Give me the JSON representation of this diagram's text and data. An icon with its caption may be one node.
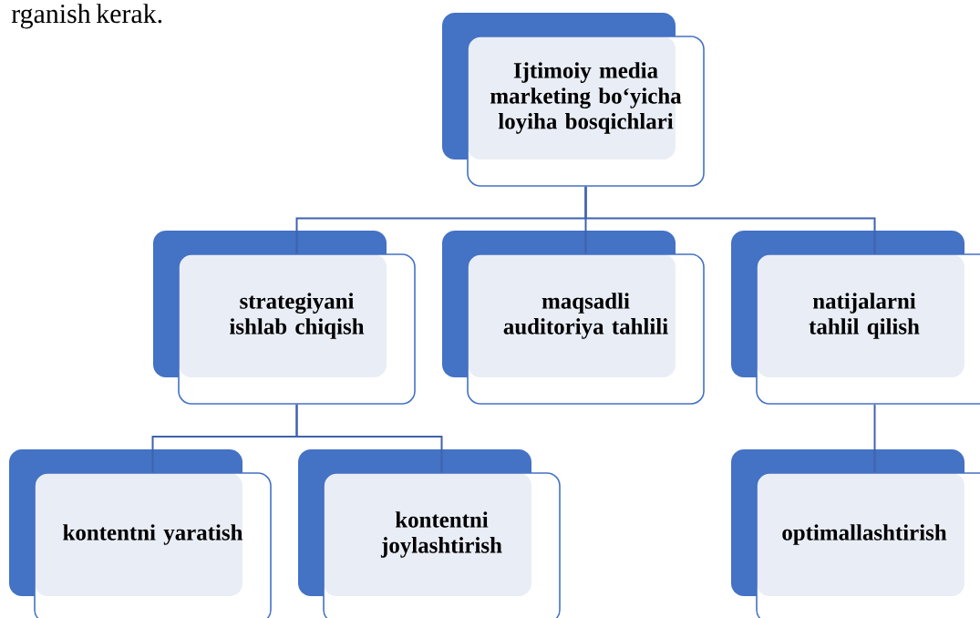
{
  "diagram": {
    "nodes": [
      {
        "text": [
          "Ijtimoiy media marketing bo‘yicha loyiha bosqichlari"
        ]
      },
      {
        "text": [
          "strategiyani ishlab chiqish"
        ]
      },
      {
        "text": [
          "maqsadli auditoriya tahlili"
        ]
      },
      {
        "text": [
          "natijalarni tahlil qilish"
        ]
      },
      {
        "text": [
          "kontentni yaratish"
        ]
      },
      {
        "text": [
          "kontentni joylashtirish"
        ]
      },
      {
        "text": [
          "optimallashtirish"
        ]
      }
    ],
    "edges": [
      {
        "from": 0,
        "to": 1,
        "arrow": "none"
      },
      {
        "from": 0,
        "to": 2,
        "arrow": "none"
      },
      {
        "from": 0,
        "to": 3,
        "arrow": "none"
      },
      {
        "from": 1,
        "to": 4,
        "arrow": "none"
      },
      {
        "from": 1,
        "to": 5,
        "arrow": "none"
      },
      {
        "from": 3,
        "to": 6,
        "arrow": "none"
      }
    ],
    "labels": [
      "rganish kerak."
    ]
  }
}
